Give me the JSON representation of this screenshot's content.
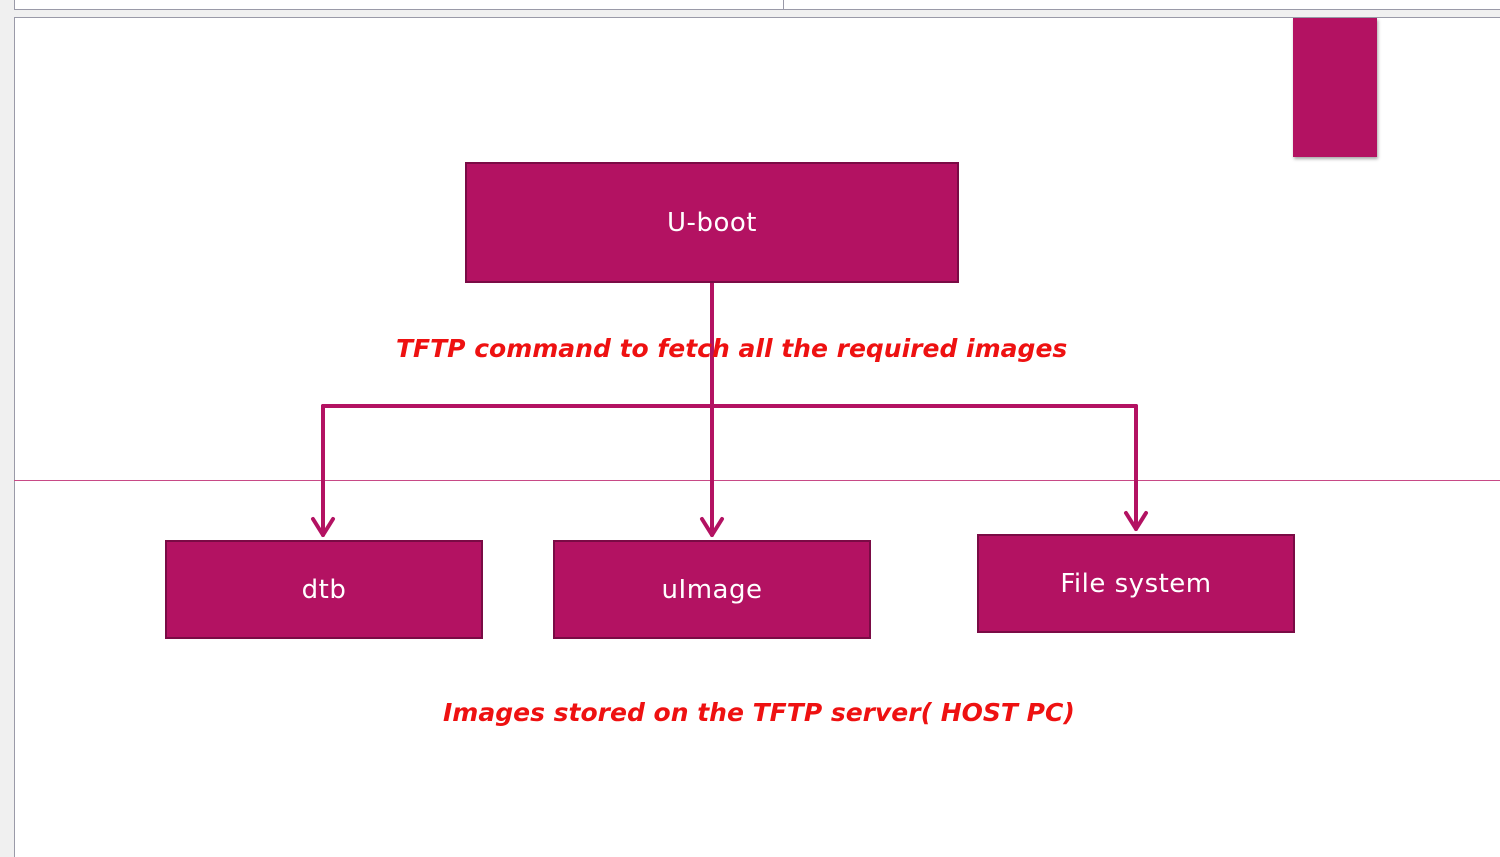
{
  "diagram": {
    "root": {
      "label": "U-boot"
    },
    "children": [
      {
        "label": "dtb"
      },
      {
        "label": "uImage"
      },
      {
        "label": "File system"
      }
    ],
    "edge_label": "TFTP command to fetch all the required images",
    "footer_label": "Images stored on the TFTP server( HOST PC)"
  },
  "colors": {
    "box_fill": "#b31262",
    "box_border": "#7a0b45",
    "connector": "#b31262",
    "annotation_text": "#ee1111"
  }
}
